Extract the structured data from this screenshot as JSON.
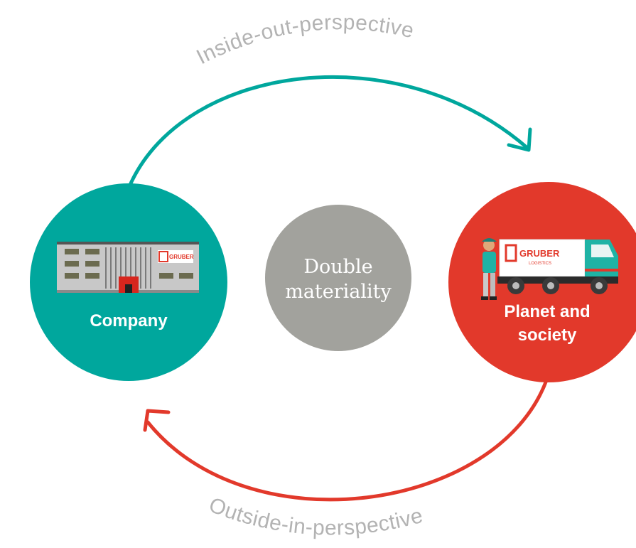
{
  "top_arc": {
    "label": "Inside-out-perspective"
  },
  "bottom_arc": {
    "label": "Outside-in-perspective"
  },
  "company": {
    "label": "Company"
  },
  "center": {
    "line1": "Double",
    "line2": "materiality"
  },
  "planet": {
    "line1": "Planet and",
    "line2": "society"
  },
  "logo": {
    "text": "GRUBER",
    "subtext": "LOGISTICS"
  },
  "colors": {
    "teal": "#00A79D",
    "red": "#E2392B",
    "grey": "#A2A29D",
    "label_grey": "#B3B3B3",
    "white": "#FFFFFF"
  },
  "icons": {
    "company_illustration": "warehouse-building-icon",
    "planet_illustration": "delivery-truck-with-driver-icon"
  }
}
